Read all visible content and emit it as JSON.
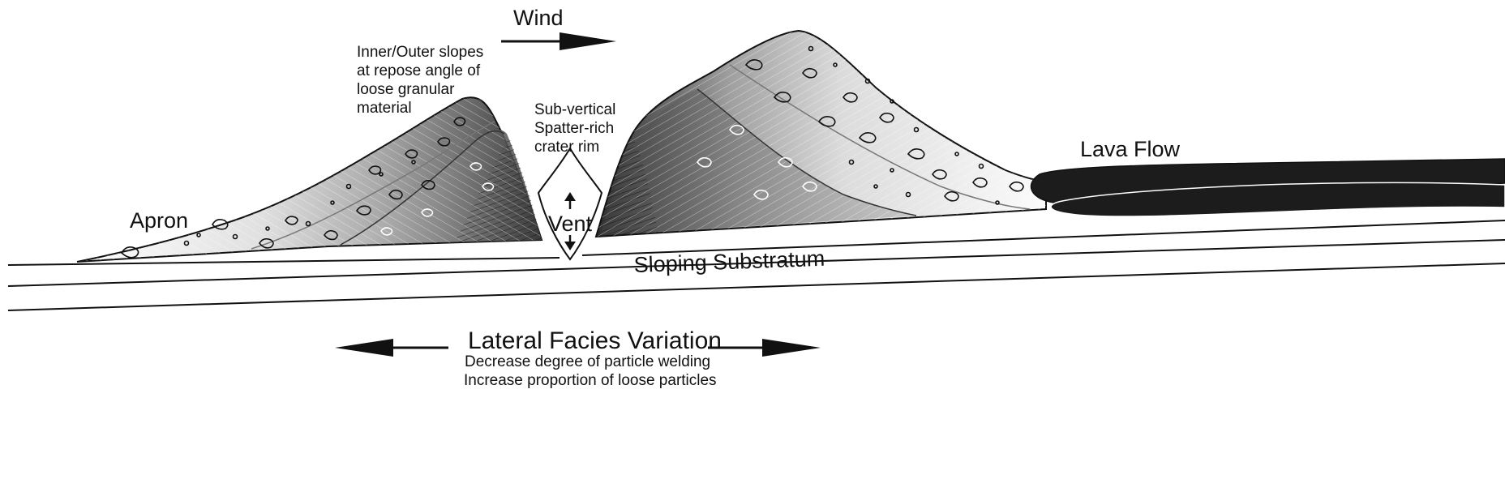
{
  "labels": {
    "wind": "Wind",
    "slopes": [
      "Inner/Outer slopes",
      "at repose angle of",
      "loose granular",
      "material"
    ],
    "rim": [
      "Sub-vertical",
      "Spatter-rich",
      "crater rim"
    ],
    "lava_flow": "Lava Flow",
    "apron": "Apron",
    "vent": "Vent",
    "substratum": "Sloping Substratum",
    "facies_title": "Lateral Facies Variation",
    "facies_lines": [
      "Decrease degree of particle welding",
      "Increase proportion of loose particles"
    ]
  },
  "colors": {
    "ink": "#111111",
    "lava": "#1c1c1c",
    "welded_dark": "#3a3a3a",
    "welded_mid": "#8c8c8c",
    "loose_light": "#f2f2f2"
  }
}
